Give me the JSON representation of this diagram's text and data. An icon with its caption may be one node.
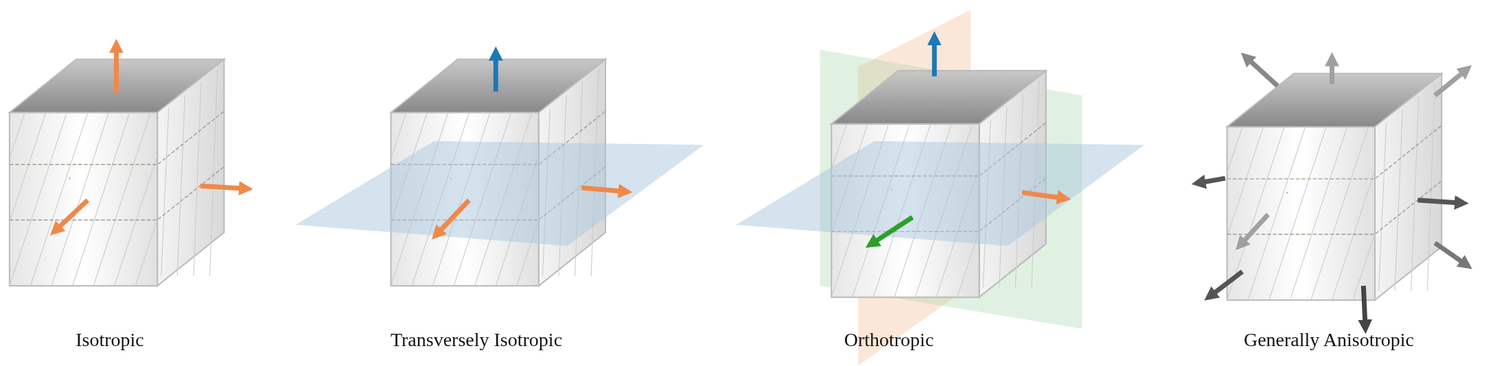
{
  "diagram": {
    "labels": [
      "Isotropic",
      "Transversely Isotropic",
      "Orthotropic",
      "Generally Anisotropic"
    ]
  }
}
